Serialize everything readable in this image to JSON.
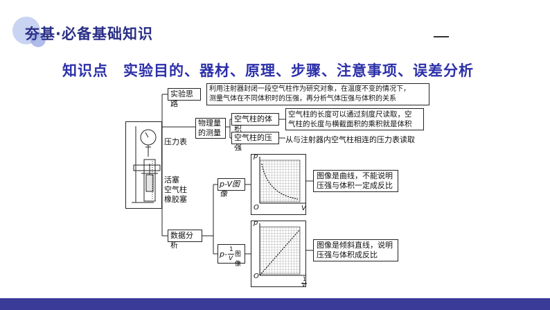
{
  "header": {
    "title": "夯基·必备基础知识"
  },
  "section": {
    "title": "知识点　实验目的、器材、原理、步骤、注意事项、误差分析"
  },
  "apparatus": {
    "pressure_gauge": "压力表",
    "piston": "活塞",
    "air_column": "空气柱",
    "rubber_plug": "橡胶塞"
  },
  "nodes": {
    "idea_label": "实验思路",
    "idea_text_1": "利用注射器封闭一段空气柱作为研究对象，在温度不变的情况下，",
    "idea_text_2": "测量气体在不同体积时的压强，再分析气体压强与体积的关系",
    "measure_label_1": "物理量",
    "measure_label_2": "的测量",
    "volume_label": "空气柱的体积",
    "volume_text_1": "空气柱的长度可以通过刻度尺读取，空",
    "volume_text_2": "气柱的长度与横截面积的乘积就是体积",
    "pressure_label": "空气柱的压强",
    "pressure_text": "从与注射器内空气柱相连的压力表读取",
    "data_label": "数据分析",
    "pv_label": "p-V图像",
    "pv_text_1": "图像是曲线，不能说明",
    "pv_text_2": "压强与体积一定成反比",
    "pinv_label_p": "p-",
    "pinv_label_num": "1",
    "pinv_label_den": "V",
    "pinv_label_suffix": "图像",
    "pinv_text_1": "图像是倾斜直线，说明",
    "pinv_text_2": "压强与体积成反比"
  },
  "graph1": {
    "y_axis": "p",
    "x_axis": "V",
    "origin": "O"
  },
  "graph2": {
    "y_axis": "p",
    "x_num": "1",
    "x_den": "V",
    "origin": "O"
  },
  "colors": {
    "title": "#2a2f86",
    "section": "#2b2fa8",
    "footer": "#3a3a99"
  }
}
